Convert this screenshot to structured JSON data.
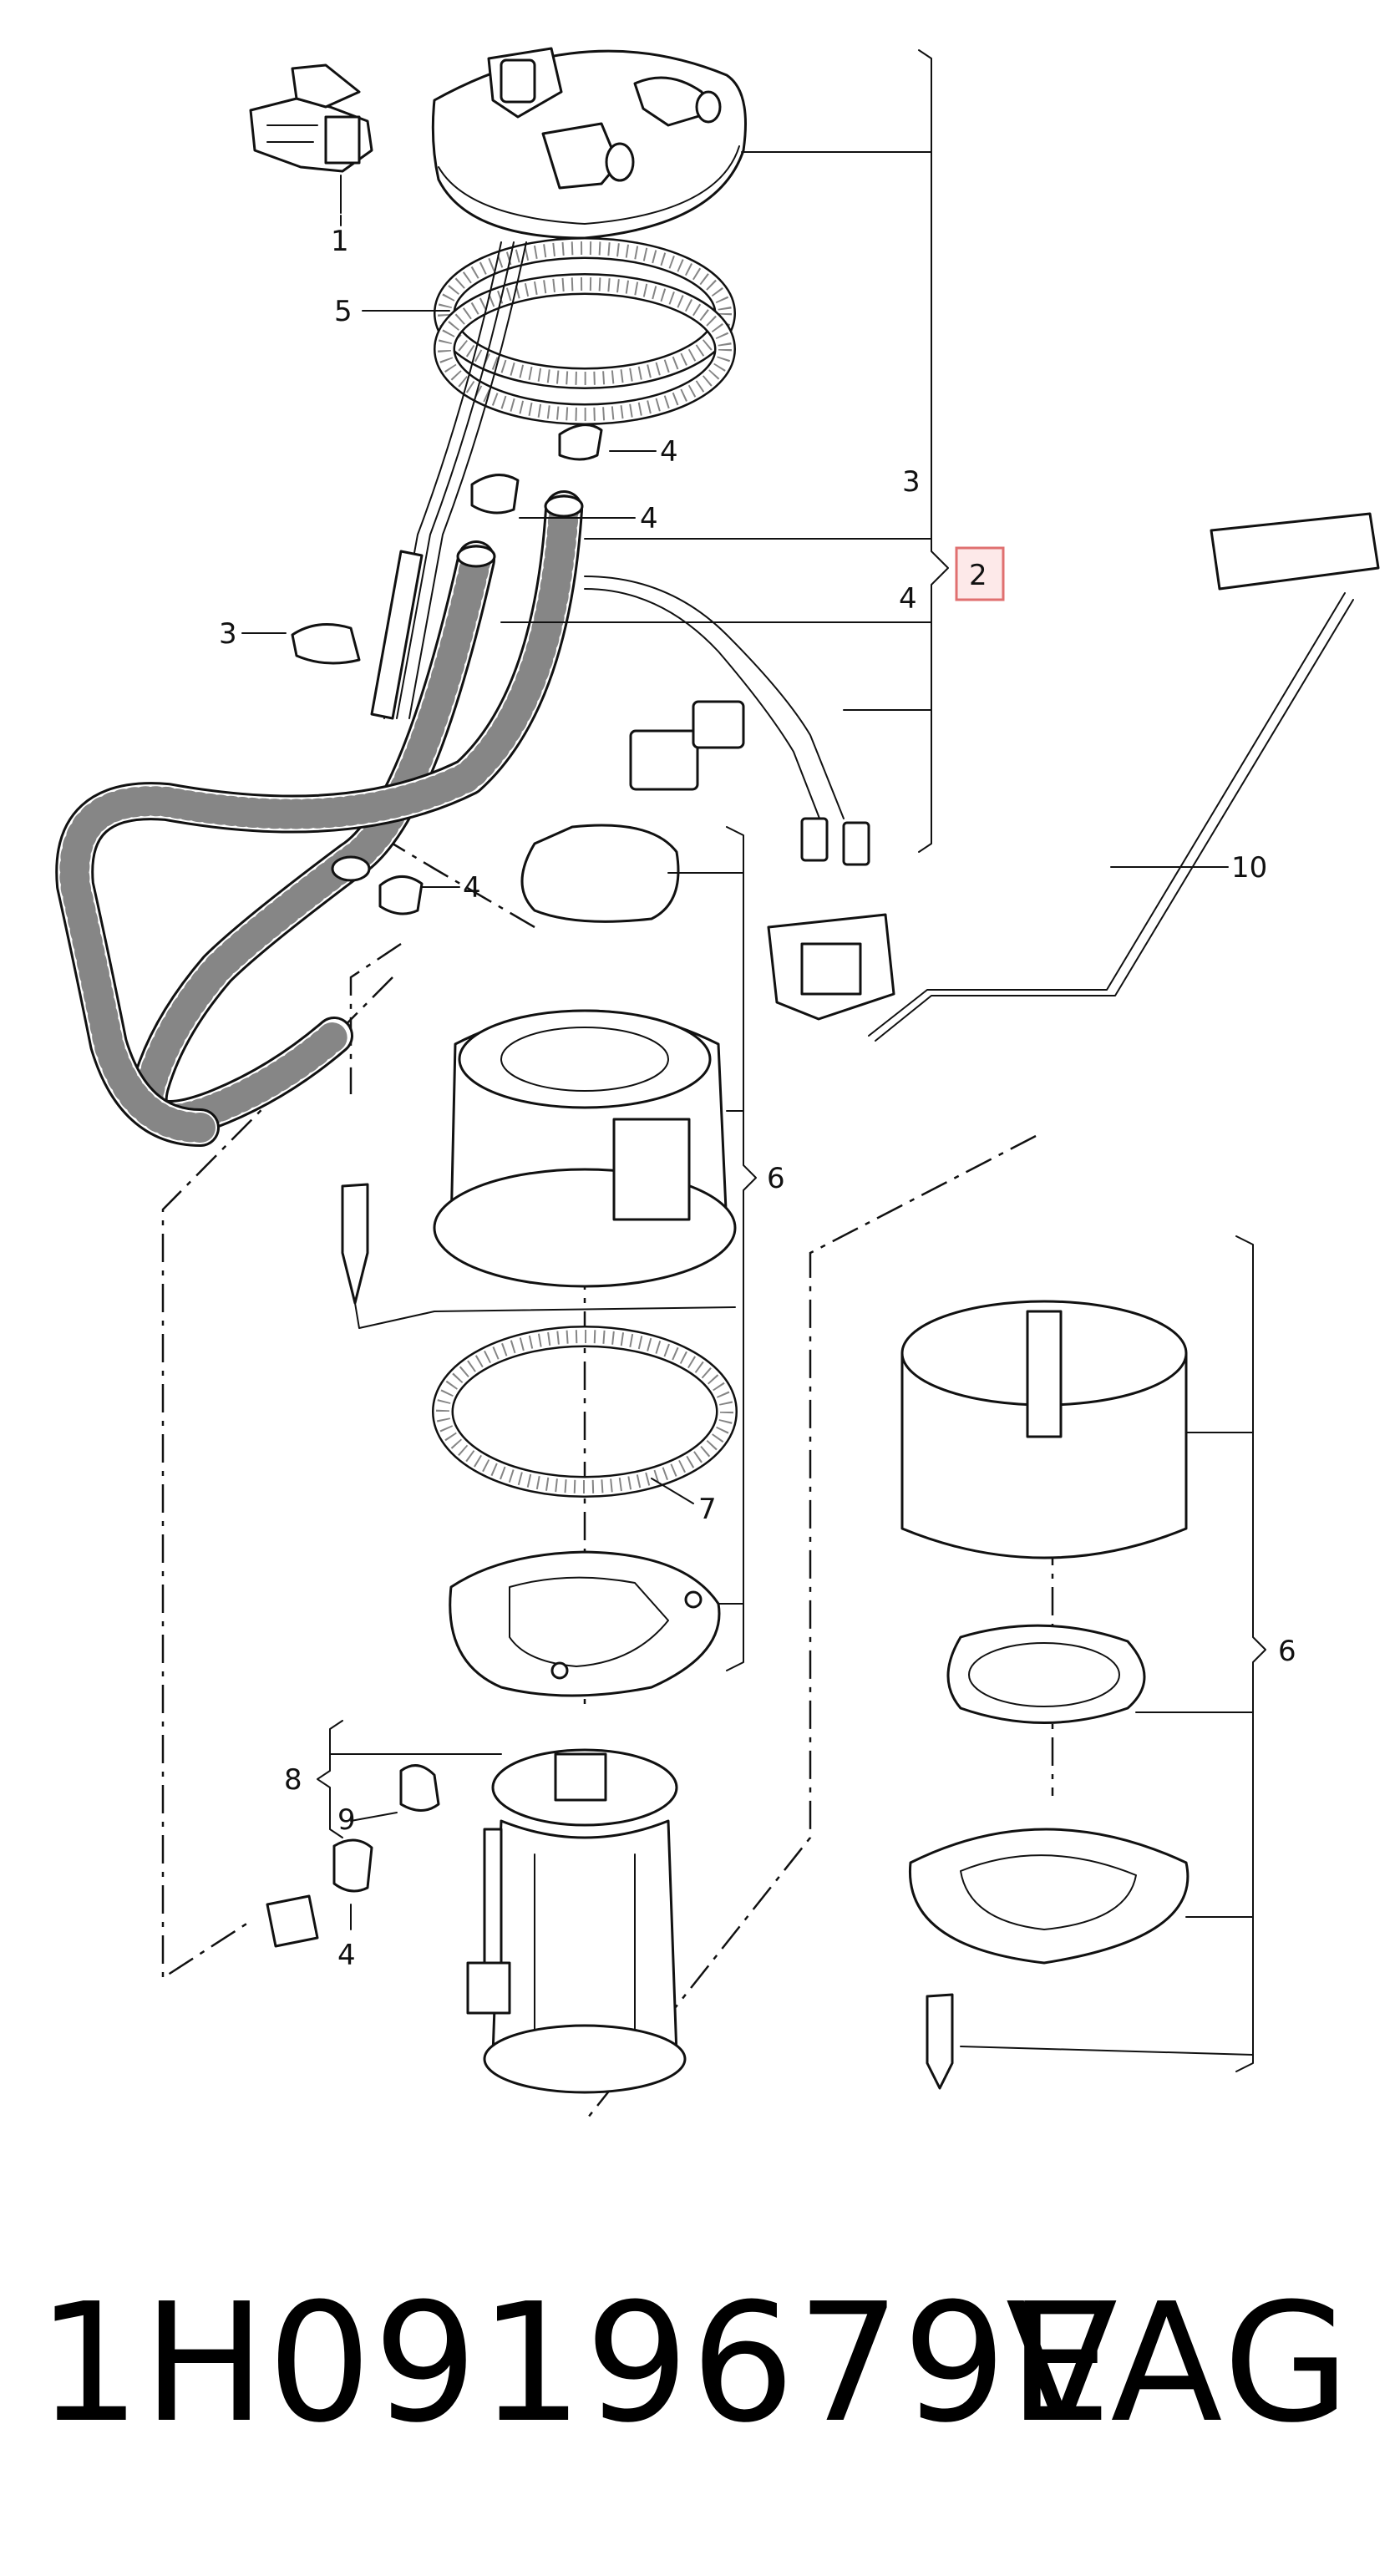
{
  "diagram": {
    "callouts": {
      "c1": "1",
      "c2": "2",
      "c3_upper": "3",
      "c3_left": "3",
      "c4_a": "4",
      "c4_b": "4",
      "c4_c": "4",
      "c4_d": "4",
      "c4_e": "4",
      "c5": "5",
      "c6_left": "6",
      "c6_right": "6",
      "c7": "7",
      "c8": "8",
      "c9": "9",
      "c10": "10"
    },
    "highlighted_callout": "2",
    "highlight_color": "#e07070"
  },
  "footer": {
    "part_number": "1H0919679E",
    "brand": "VAG"
  }
}
